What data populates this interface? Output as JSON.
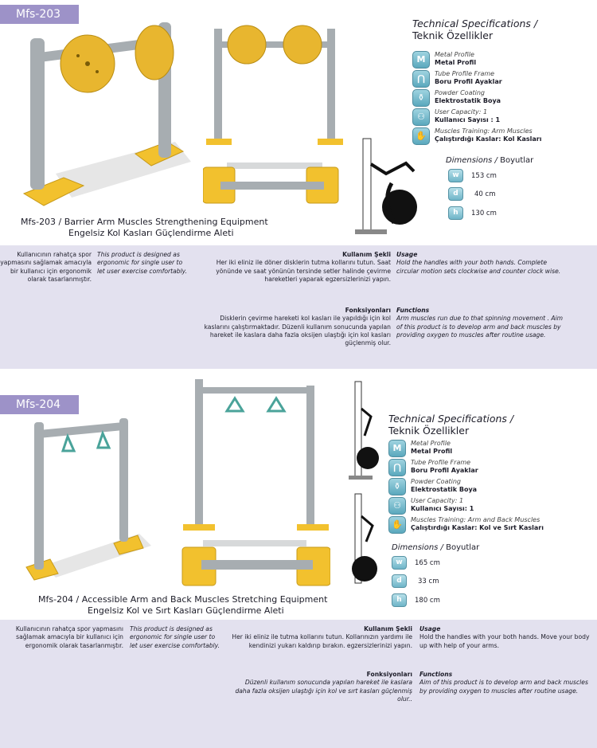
{
  "products": [
    {
      "code": "Mfs-203",
      "caption_line1": "Mfs-203 / Barrier Arm Muscles Strengthening Equipment",
      "caption_line2": "Engelsiz Kol Kasları Güçlendirme Aleti",
      "spec_title_en": "Technical Specifications /",
      "spec_title_tr": "Teknik Özellikler",
      "specs": [
        {
          "icon": "M",
          "label": "Metal Profile",
          "value": "Metal Profil"
        },
        {
          "icon": "⋂",
          "label": "Tube Profile Frame",
          "value": "Boru Profil Ayaklar"
        },
        {
          "icon": "⚱",
          "label": "Powder Coating",
          "value": "Elektrostatik Boya"
        },
        {
          "icon": "⚇",
          "label": "User Capacity:  1",
          "value": "Kullanıcı Sayısı : 1"
        },
        {
          "icon": "✋",
          "label": "Muscles Training:  Arm Muscles",
          "value": "Çalıştırdığı Kaslar: Kol Kasları"
        }
      ],
      "dim_title_en": "Dimensions /",
      "dim_title_tr": "Boyutlar",
      "dims": [
        {
          "icon": "w",
          "value": "153 cm"
        },
        {
          "icon": "d",
          "value": "40 cm"
        },
        {
          "icon": "h",
          "value": "130 cm"
        }
      ],
      "left_tr": "Kullanıcının rahatça spor yapmasını sağlamak amacıyla bir kullanıcı için ergonomik olarak tasarlanmıştır.",
      "left_en": "This product is designed as ergonomic for single user to let user exercise comfortably.",
      "usage_title_tr": "Kullanım Şekli",
      "usage_tr": "Her iki eliniz ile döner disklerin tutma kollarını tutun. Saat yönünde ve saat yönünün tersinde setler halinde çevirme hareketleri yaparak egzersizlerinizi yapın.",
      "usage_title_en": "Usage",
      "usage_en": "Hold the handles with your both hands. Complete circular motion sets clockwise and counter clock wise.",
      "functions_title_tr": "Fonksiyonları",
      "functions_tr": "Disklerin çevirme hareketi kol kasları ile yapıldığı için kol kaslarını çalıştırmaktadır. Düzenli kullanım sonucunda yapılan hareket ile kaslara daha fazla oksijen ulaştığı için kol kasları güçlenmiş olur.",
      "functions_title_en": "Functions",
      "functions_en": "Arm muscles run due to that spinning movement . Aim of this product is to develop arm and back muscles by providing oxygen to muscles after routine usage."
    },
    {
      "code": "Mfs-204",
      "caption_line1": "Mfs-204 / Accessible Arm and Back Muscles Stretching Equipment",
      "caption_line2": "Engelsiz Kol ve Sırt Kasları Güçlendirme Aleti",
      "spec_title_en": "Technical Specifications /",
      "spec_title_tr": "Teknik Özellikler",
      "specs": [
        {
          "icon": "M",
          "label": "Metal Profile",
          "value": "Metal Profil"
        },
        {
          "icon": "⋂",
          "label": "Tube Profile Frame",
          "value": "Boru Profil Ayaklar"
        },
        {
          "icon": "⚱",
          "label": "Powder Coating",
          "value": "Elektrostatik Boya"
        },
        {
          "icon": "⚇",
          "label": "User Capacity:  1",
          "value": "Kullanıcı Sayısı: 1"
        },
        {
          "icon": "✋",
          "label": "Muscles Training:  Arm and Back Muscles",
          "value": "Çalıştırdığı Kaslar: Kol ve Sırt Kasları"
        }
      ],
      "dim_title_en": "Dimensions /",
      "dim_title_tr": "Boyutlar",
      "dims": [
        {
          "icon": "w",
          "value": "165 cm"
        },
        {
          "icon": "d",
          "value": "33 cm"
        },
        {
          "icon": "h",
          "value": "180 cm"
        }
      ],
      "left_tr": "Kullanıcının rahatça spor yapmasını sağlamak amacıyla bir kullanıcı için ergonomik olarak tasarlanmıştır.",
      "left_en": "This product is designed as ergonomic for single user to let user exercise comfortably.",
      "usage_title_tr": "Kullanım Şekli",
      "usage_tr": "Her iki eliniz ile tutma kollarını tutun. Kollarınızın yardımı ile kendinizi yukarı kaldırıp bırakın. egzersizlerinizi yapın.",
      "usage_title_en": "Usage",
      "usage_en": "Hold the handles with your both hands. Move your body up with help of your arms.",
      "functions_title_tr": "Fonksiyonları",
      "functions_tr": "Düzenli kullanım sonucunda yapılan hareket ile kaslara daha fazla oksijen ulaştığı için kol ve sırt kasları güçlenmiş olur..",
      "functions_title_en": "Functions",
      "functions_en": "Aim of this product is to develop arm and back muscles by providing oxygen to muscles after routine usage."
    }
  ],
  "colors": {
    "tag": "#9d92c8",
    "band": "#e3e1ef",
    "post": "#a7adb1",
    "yellow": "#f2c12e",
    "disc": "#e8b62f",
    "handle": "#4aa39a"
  }
}
